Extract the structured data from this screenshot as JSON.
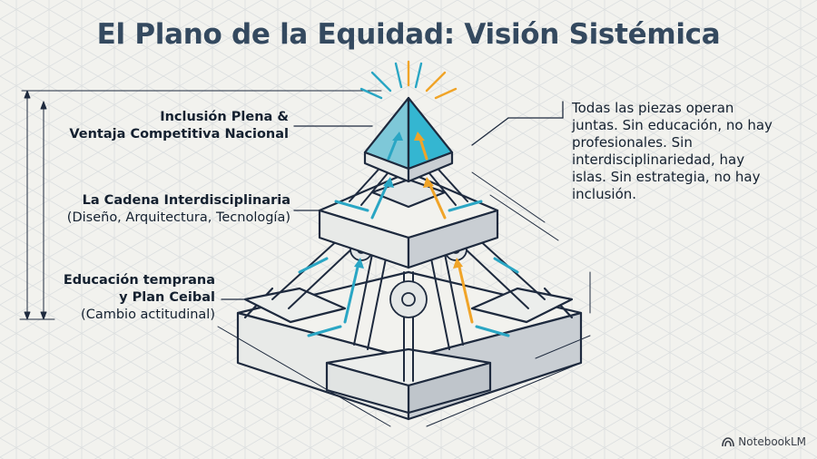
{
  "title": "El Plano de la Equidad: Visión Sistémica",
  "levels": [
    {
      "heading_line1": "Inclusión Plena &",
      "heading_line2": "Ventaja Competitiva Nacional"
    },
    {
      "heading": "La Cadena Interdisciplinaria",
      "subtitle": "(Diseño, Arquitectura, Tecnología)"
    },
    {
      "heading_line1": "Educación temprana",
      "heading_line2": "y Plan Ceibal",
      "subtitle": "(Cambio actitudinal)"
    }
  ],
  "note": "Todas las piezas operan juntas. Sin educación, no hay profesionales. Sin interdisciplinariedad, hay islas. Sin estrategia, no hay inclusión.",
  "brand": {
    "label": "NotebookLM",
    "icon": "notebooklm-logo-icon"
  },
  "colors": {
    "ink": "#1e2a3e",
    "title": "#34495f",
    "cyan_accent": "#2aa6c4",
    "orange_accent": "#f0a428",
    "grid_line": "#d8dbdc",
    "paper": "#f2f2ee"
  }
}
